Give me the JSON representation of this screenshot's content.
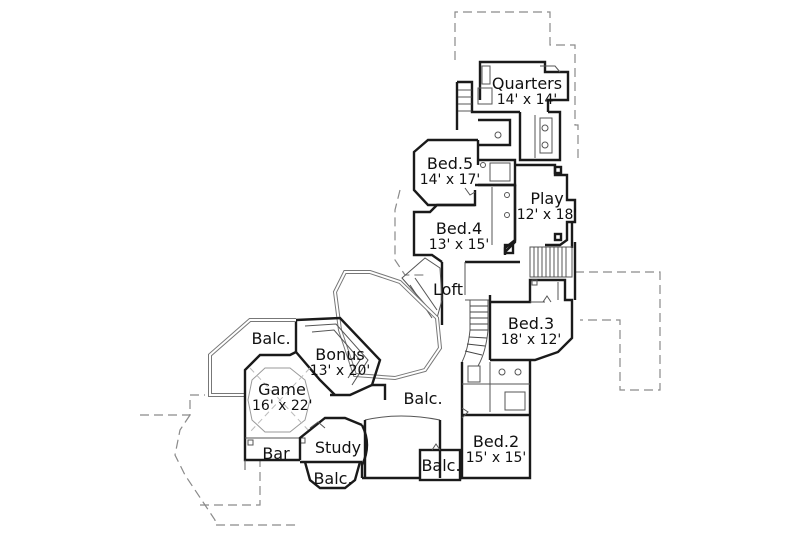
{
  "plan": {
    "type": "second floor plan",
    "rooms": [
      {
        "id": "quarters",
        "name": "Quarters",
        "dims": "14' x 14'"
      },
      {
        "id": "bed5",
        "name": "Bed.5",
        "dims": "14' x 17'"
      },
      {
        "id": "play",
        "name": "Play",
        "dims": "12' x 18'"
      },
      {
        "id": "bed4",
        "name": "Bed.4",
        "dims": "13' x 15'"
      },
      {
        "id": "loft",
        "name": "Loft",
        "dims": ""
      },
      {
        "id": "bed3",
        "name": "Bed.3",
        "dims": "18' x 12'"
      },
      {
        "id": "balc_upper_left",
        "name": "Balc.",
        "dims": ""
      },
      {
        "id": "bonus",
        "name": "Bonus",
        "dims": "13' x 20'"
      },
      {
        "id": "game",
        "name": "Game",
        "dims": "16' x 22'"
      },
      {
        "id": "balc_center",
        "name": "Balc.",
        "dims": ""
      },
      {
        "id": "bed2",
        "name": "Bed.2",
        "dims": "15' x 15'"
      },
      {
        "id": "study",
        "name": "Study",
        "dims": ""
      },
      {
        "id": "bar",
        "name": "Bar",
        "dims": ""
      },
      {
        "id": "balc_study",
        "name": "Balc.",
        "dims": ""
      },
      {
        "id": "balc_bed2",
        "name": "Balc.",
        "dims": ""
      }
    ]
  },
  "colors": {
    "line": "#1a1a1a",
    "dashed": "#8a8a8a",
    "background": "#ffffff"
  }
}
